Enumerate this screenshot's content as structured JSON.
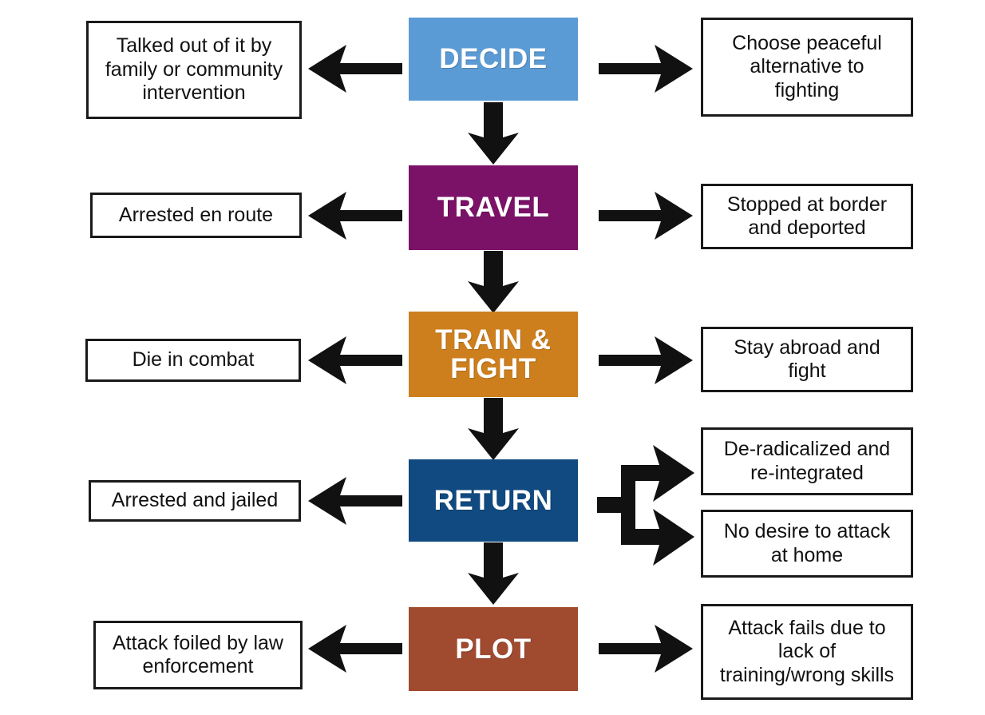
{
  "diagram": {
    "title": "Foreign fighter pathway flow chart",
    "background": "#ffffff",
    "colors": {
      "decide": "#5b9bd5",
      "travel": "#7b1268",
      "train_fight": "#cd7f1d",
      "return": "#104a80",
      "plot": "#a04a30",
      "arrow": "#111111",
      "box_border": "#1a1a1a",
      "box_fill": "#ffffff",
      "stage_text": "#ffffff",
      "outcome_text": "#111111"
    },
    "stages": [
      {
        "id": "decide",
        "label": "DECIDE",
        "color": "#5b9bd5"
      },
      {
        "id": "travel",
        "label": "TRAVEL",
        "color": "#7b1268"
      },
      {
        "id": "train_fight",
        "label": "TRAIN  &\nFIGHT",
        "color": "#cd7f1d"
      },
      {
        "id": "return",
        "label": "RETURN",
        "color": "#104a80"
      },
      {
        "id": "plot",
        "label": "PLOT",
        "color": "#a04a30"
      }
    ],
    "left_outcomes": [
      {
        "id": "decide_left",
        "label": "Talked out of it by\nfamily or community\nintervention"
      },
      {
        "id": "travel_left",
        "label": "Arrested en route"
      },
      {
        "id": "train_left",
        "label": "Die in combat"
      },
      {
        "id": "return_left",
        "label": "Arrested and jailed"
      },
      {
        "id": "plot_left",
        "label": "Attack foiled by law\nenforcement"
      }
    ],
    "right_outcomes": [
      {
        "id": "decide_right",
        "label": "Choose peaceful\nalternative to\nfighting"
      },
      {
        "id": "travel_right",
        "label": "Stopped at border\nand deported"
      },
      {
        "id": "train_right",
        "label": "Stay abroad and\nfight"
      },
      {
        "id": "return_right_a",
        "label": "De-radicalized and\nre-integrated"
      },
      {
        "id": "return_right_b",
        "label": "No desire to attack\nat home"
      },
      {
        "id": "plot_right",
        "label": "Attack fails due to\nlack of\ntraining/wrong skills"
      }
    ],
    "arrows": {
      "down_label": "down-arrow",
      "left_label": "left-arrow",
      "right_label": "right-arrow",
      "fork_label": "forked-right-arrow"
    }
  }
}
